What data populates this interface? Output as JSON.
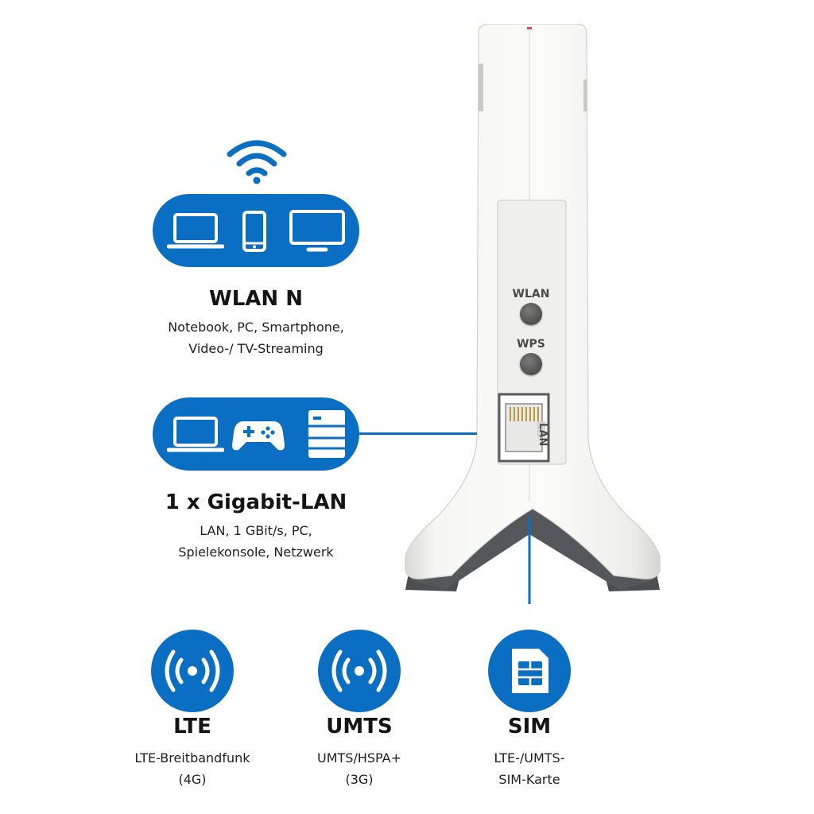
{
  "wlan": {
    "title": "WLAN N",
    "line1": "Notebook, PC, Smartphone,",
    "line2": "Video-/ TV-Streaming",
    "icons": [
      "wifi-icon",
      "laptop-icon",
      "smartphone-icon",
      "monitor-icon"
    ]
  },
  "lan": {
    "title": "1 x Gigabit-LAN",
    "line1": "LAN, 1 GBit/s, PC,",
    "line2": "Spielekonsole, Netzwerk",
    "icons": [
      "laptop-icon",
      "gamepad-icon",
      "server-icon"
    ]
  },
  "device": {
    "wlan_button": "WLAN",
    "wps_button": "WPS",
    "port_label": "LAN"
  },
  "features": [
    {
      "title": "LTE",
      "line1": "LTE-Breitbandfunk",
      "line2": "(4G)",
      "icon": "radio-signal-icon"
    },
    {
      "title": "UMTS",
      "line1": "UMTS/HSPA+",
      "line2": "(3G)",
      "icon": "radio-signal-icon"
    },
    {
      "title": "SIM",
      "line1": "LTE-/UMTS-",
      "line2": "SIM-Karte",
      "icon": "sim-card-icon"
    }
  ],
  "colors": {
    "accent": "#0a6fc2",
    "device_body": "#f1f1ef",
    "device_base": "#5a5c60"
  }
}
